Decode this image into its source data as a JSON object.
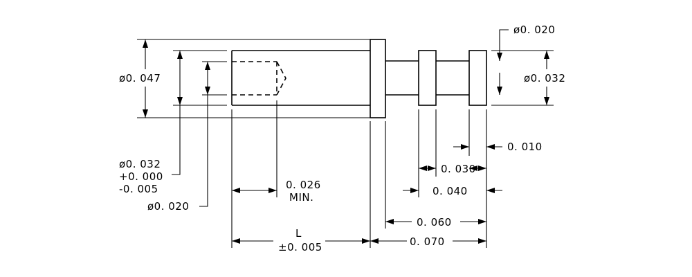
{
  "labels": {
    "dia_047": "ø0. 047",
    "dia_020_top": "ø0. 020",
    "dia_032_right": "ø0. 032",
    "dim_010": "0. 010",
    "dim_030": "0. 030",
    "dim_040": "0. 040",
    "dim_060": "0. 060",
    "dim_070": "0. 070",
    "tol_dia": "ø0. 032",
    "tol_plus": "+0. 000",
    "tol_minus": "-0. 005",
    "dia_020_bottom": "ø0. 020",
    "depth": "0. 026",
    "depth_note": "MIN.",
    "length": "L",
    "length_tol": "±0. 005"
  }
}
